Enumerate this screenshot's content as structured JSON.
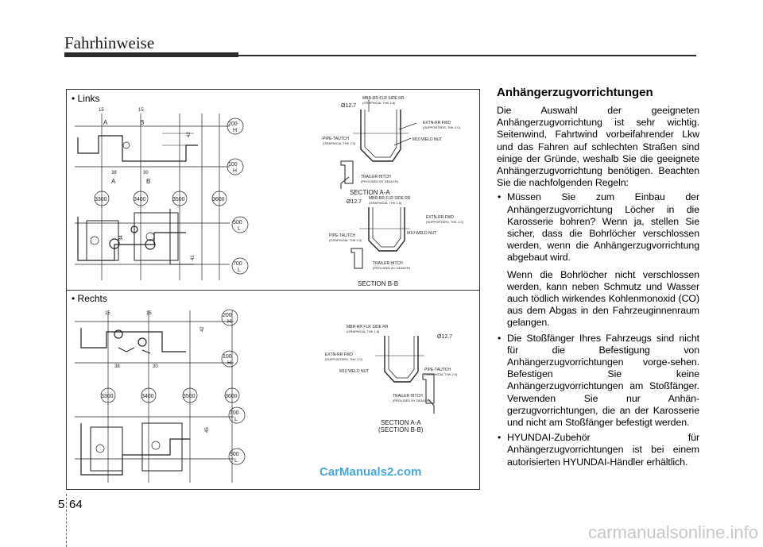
{
  "header": {
    "title": "Fahrhinweise"
  },
  "figure": {
    "label_left": "• Links",
    "label_right": "• Rechts",
    "watermark": "CarManuals2.com",
    "drawing_text": {
      "dim_15": "15",
      "dim_38": "38",
      "dim_30": "30",
      "dim_34": "34",
      "dim_41": "41",
      "dim_42": "42",
      "dim_45": "45",
      "A": "A",
      "B": "B",
      "L": "L",
      "H": "H",
      "circle_200": "200",
      "circle_100": "100",
      "circle_500": "500",
      "circle_700": "700",
      "circle_3300": "3300",
      "circle_3400": "3400",
      "circle_3500": "3500",
      "circle_3600": "3600",
      "dia_127": "Ø12.7",
      "section_aa": "SECTION A-A",
      "section_bb": "SECTION B-B",
      "section_bb_paren": "(SECTION B-B)",
      "callout_mbr": "MBR-RR FLR SIDE RR",
      "callout_mbr_sub": "(GRAPHICAL THK 1.6)",
      "callout_extn": "EXTN-RR FWD",
      "callout_extn_sub": "(SUPPORTERS, THK 2.0)",
      "callout_m10": "M10 WELD NUT",
      "callout_pipe": "PIPE-TAUTCH",
      "callout_pipe_sub": "(GRAPHICAL THK 2.0)",
      "callout_trailer": "TRAILER HITCH",
      "callout_trailer_sub": "(PROVIDED BY DEALER)"
    }
  },
  "content": {
    "title": "Anhängerzugvorrichtungen",
    "intro": "Die Auswahl der geeigneten Anhängerzugvorrichtung ist sehr wichtig. Seitenwind, Fahrtwind vorbeifahrender Lkw und das Fahren auf schlechten Straßen sind einige der Gründe, weshalb Sie die geeignete Anhängerzugvorrichtung benötigen. Beachten Sie die nachfolgenden Regeln:",
    "bullet_1": "Müssen Sie zum Einbau der Anhängerzugvorrichtung Löcher in die Karosserie bohren? Wenn ja, stellen Sie sicher, dass die Bohrlöcher verschlossen werden, wenn die Anhängerzugvorrichtung abgebaut wird.",
    "bullet_1_extra": "Wenn die Bohrlöcher nicht verschlossen werden, kann neben Schmutz und Wasser auch tödlich wirkendes Kohlenmonoxid (CO) aus dem Abgas in den Fahrzeuginnenraum gelangen.",
    "bullet_2": "Die Stoßfänger Ihres Fahrzeugs sind nicht für die Befestigung von Anhängerzugvorrichtungen vorge-sehen. Befestigen Sie keine Anhängerzugvorrichtungen am Stoßfänger. Verwenden Sie nur Anhän-gerzugvorrichtungen, die an der Karosserie und nicht am Stoßfänger befestigt werden.",
    "bullet_3": "HYUNDAI-Zubehör für Anhängerzugvorrichtungen ist bei einem autorisierten HYUNDAI-Händler erhältlich."
  },
  "footer": {
    "chapter": "5",
    "page": "64",
    "watermark": "carmanualsonline.info"
  }
}
